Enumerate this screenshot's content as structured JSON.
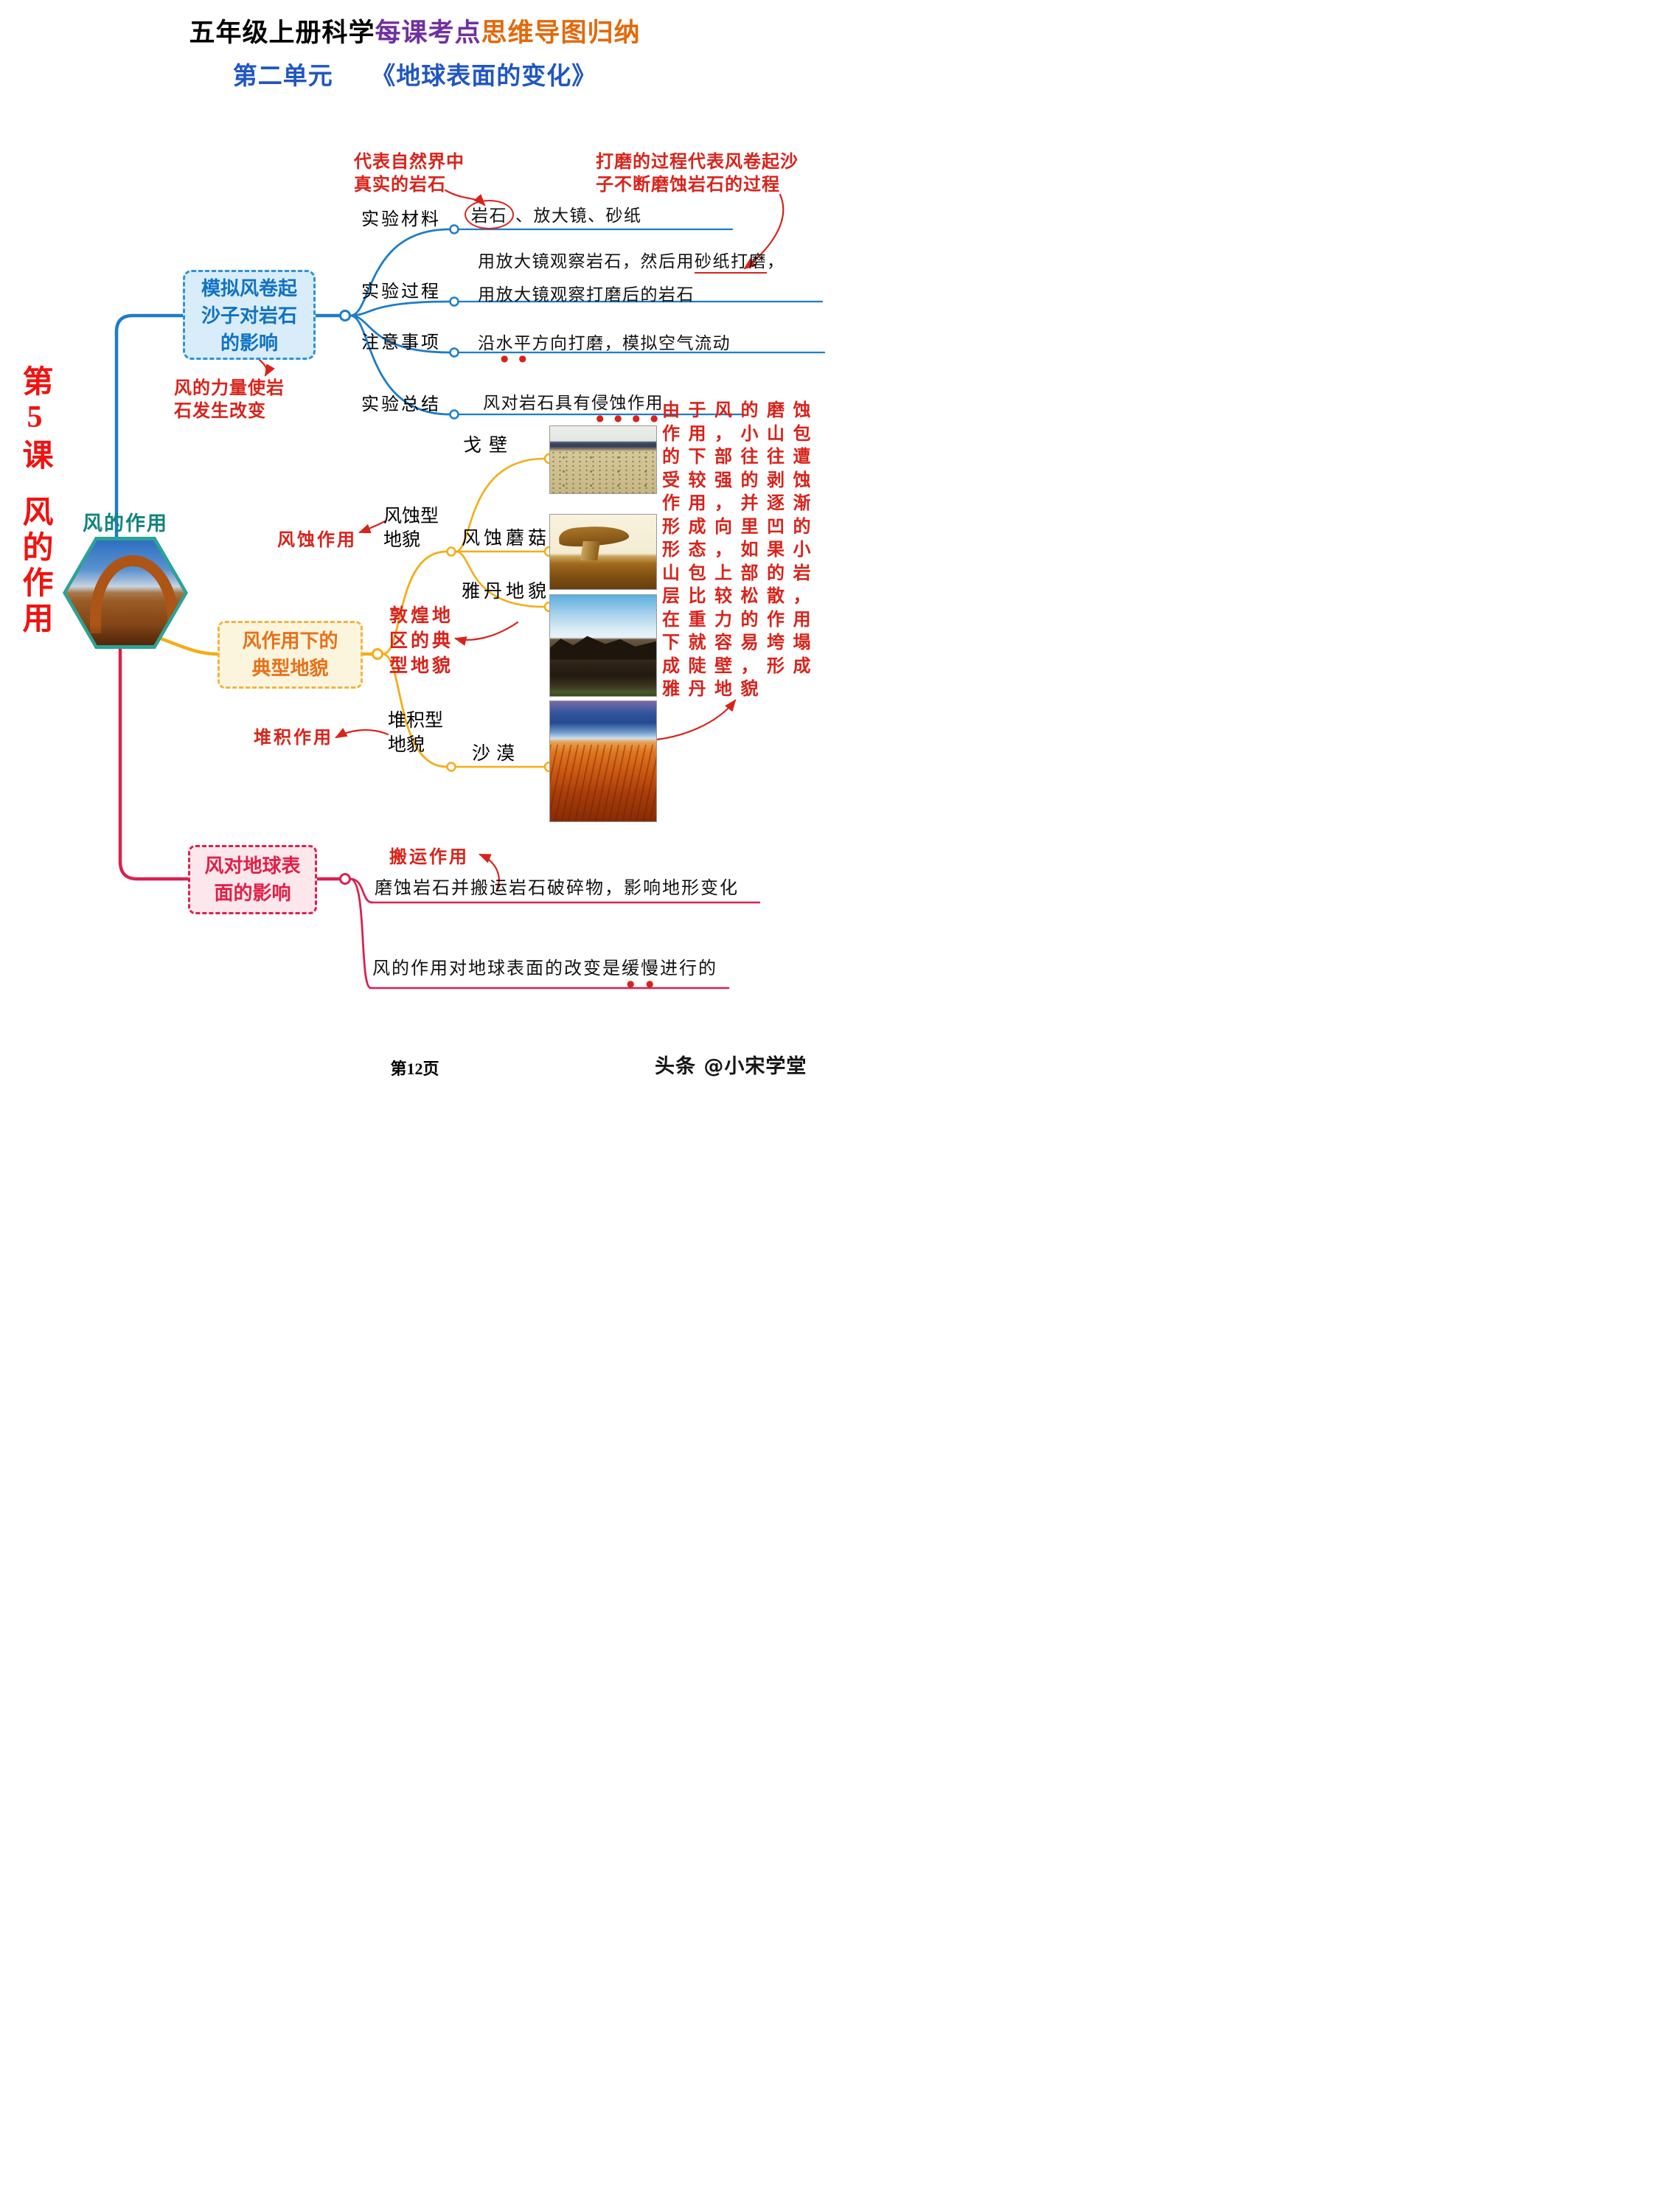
{
  "title": {
    "part_black": "五年级上册科学",
    "part_purple": "每课考点",
    "part_orange": "思维导图归纳",
    "unit_line": "第二单元　　《地球表面的变化》"
  },
  "lesson_label": {
    "line1": "第5课",
    "line2": "风的作用"
  },
  "central_topic": "风的作用",
  "experiment": {
    "box_lines": [
      "模拟风卷起",
      "沙子对岩石",
      "的影响"
    ],
    "note_rock": [
      "代表自然界中",
      "真实的岩石"
    ],
    "note_polish": [
      "打磨的过程代表风卷起沙",
      "子不断磨蚀岩石的过程"
    ],
    "note_force": [
      "风的力量使岩",
      "石发生改变"
    ],
    "rows": [
      {
        "label": "实验材料",
        "circled": "岩石",
        "rest": "、放大镜、砂纸"
      },
      {
        "label": "实验过程",
        "line1_pre": "用放大镜观察岩石，然后用",
        "line1_mark": "砂纸打磨",
        "line1_post": "，",
        "line2": "用放大镜观察打磨后的岩石"
      },
      {
        "label": "注意事项",
        "pre": "沿",
        "em": "水平",
        "post": "方向打磨，模拟空气流动"
      },
      {
        "label": "实验总结",
        "pre": "风对岩石具有",
        "em": "侵蚀作用",
        "post": ""
      }
    ]
  },
  "landforms": {
    "box_lines": [
      "风作用下的",
      "典型地貌"
    ],
    "erosion_label_lines": [
      "风蚀型",
      "地貌"
    ],
    "erosion_note": "风蚀作用",
    "gobi": "戈壁",
    "mushroom": "风蚀蘑菇",
    "yardang": "雅丹地貌",
    "desert": "沙漠",
    "deposit_label_lines": [
      "堆积型",
      "地貌"
    ],
    "deposit_note": "堆积作用",
    "dunhuang_note_lines": [
      "敦煌地",
      "区的典",
      "型地貌"
    ],
    "yardang_paragraph_lines": [
      "由于风的磨蚀",
      "作用，小山包",
      "的下部往往遭",
      "受较强的剥蚀",
      "作用，并逐渐",
      "形成向里凹的",
      "形态，如果小",
      "山包上部的岩",
      "层比较松散，",
      "在重力的作用",
      "下就容易垮塌",
      "成陡壁，形成",
      "雅丹地貌"
    ]
  },
  "influence": {
    "box_lines": [
      "风对地球表",
      "面的影响"
    ],
    "transport_note": "搬运作用",
    "statement1": "磨蚀岩石并搬运岩石破碎物，影响地形变化",
    "statement2_pre": "风的作用对地球表面的改变是",
    "statement2_em": "缓慢",
    "statement2_post": "进行的"
  },
  "footer": {
    "page": "第12页",
    "watermark": "头条 @小宋学堂"
  },
  "colors": {
    "branch_blue": "#1d7dc8",
    "branch_yellow": "#f4ad16",
    "branch_crimson": "#da2150",
    "annotation_red": "#d8231b",
    "central_green": "#12857b",
    "hexagon_teal": "#2ba396",
    "title_purple": "#7030a0",
    "title_orange": "#e2690b",
    "title_blue": "#2056c0",
    "lesson_red": "#f01310"
  },
  "images": {
    "central": "desert-arch-photo",
    "gobi": "gobi-desert-photo",
    "mushroom": "wind-eroded-mushroom-rock-photo",
    "yardang": "yardang-landform-photo",
    "desert": "sand-dunes-photo"
  }
}
